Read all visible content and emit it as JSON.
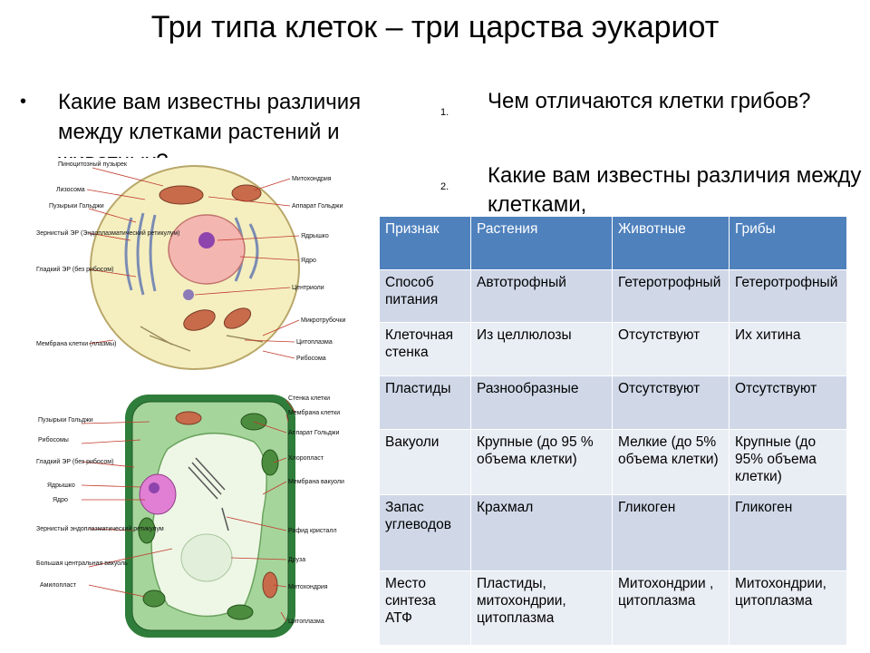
{
  "title": "Три типа клеток – три царства эукариот",
  "left_question": {
    "bullet": "•",
    "text": "Какие вам известны различия между клетками растений и животных?"
  },
  "right_questions": [
    {
      "num": "1.",
      "text": "Чем отличаются клетки грибов?"
    },
    {
      "num": "2.",
      "text": "Какие вам известны различия между клетками,"
    }
  ],
  "animal_cell_labels": {
    "left": [
      "Пиноцитозный пузырек",
      "Лизосома",
      "Пузырьки Гольджи",
      "Зернистый ЭР (Эндоплазматический ретикулум)",
      "Гладкий ЭР (без рибосом)",
      "Мембрана клетки (плазмы)"
    ],
    "right": [
      "Митохондрия",
      "Аппарат Гольджи",
      "Ядрышко",
      "Ядро",
      "Центриоли",
      "Микротрубочки",
      "Цитоплазма",
      "Рибосома"
    ]
  },
  "plant_cell_labels": {
    "left": [
      "Пузырьки Гольджи",
      "Рибосомы",
      "Гладкий ЭР (без рибосом)",
      "Ядрышко",
      "Ядро",
      "Зернистый эндоплазматический ретикулум",
      "Большая центральная вакуоль",
      "Амилопласт"
    ],
    "right": [
      "Стенка клетки",
      "Мембрана клетки",
      "Аппарат Гольджи",
      "Хлоропласт",
      "Мембрана вакуоли",
      "Рафид кристалл",
      "Друза",
      "Митохондрия",
      "Цитоплазма"
    ]
  },
  "table": {
    "headers": [
      "Признак",
      "Растения",
      "Животные",
      "Грибы"
    ],
    "rows": [
      [
        "Способ питания",
        "Автотрофный",
        "Гетеротрофный",
        "Гетеротрофный"
      ],
      [
        "Клеточная стенка",
        "Из целлюлозы",
        "Отсутствуют",
        "Их хитина"
      ],
      [
        "Пластиды",
        "Разнообразные",
        "Отсутствуют",
        "Отсутствуют"
      ],
      [
        "Вакуоли",
        "Крупные (до 95 % объема клетки)",
        "Мелкие (до 5% объема клетки)",
        "Крупные (до 95% объема клетки)"
      ],
      [
        "Запас углеводов",
        "Крахмал",
        "Гликоген",
        "Гликоген"
      ],
      [
        "Место синтеза АТФ",
        "Пластиды, митохондрии, цитоплазма",
        "Митохондрии , цитоплазма",
        "Митохондрии, цитоплазма"
      ]
    ]
  },
  "colors": {
    "table_header": "#4f81bd",
    "table_row_dark": "#d0d8e8",
    "table_row_light": "#e9edf4",
    "animal_cytoplasm": "#f5efc0",
    "plant_wall": "#2f7d3a",
    "plant_cytoplasm": "#a6d59c",
    "nucleus": "#f4a6a6",
    "nucleolus": "#8e44ad"
  }
}
